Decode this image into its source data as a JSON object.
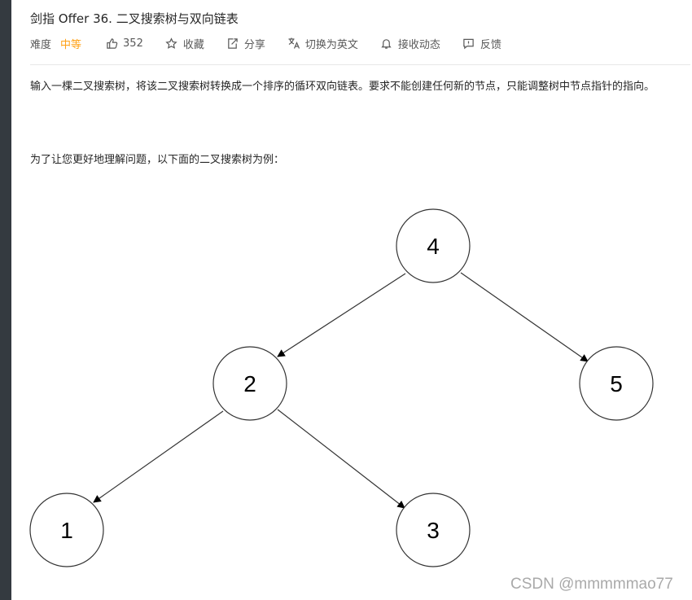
{
  "problem": {
    "title": "剑指 Offer 36. 二叉搜索树与双向链表",
    "difficulty_label": "难度",
    "difficulty_value": "中等",
    "likes": "352",
    "favorite_label": "收藏",
    "share_label": "分享",
    "translate_label": "切换为英文",
    "subscribe_label": "接收动态",
    "feedback_label": "反馈",
    "description": "输入一棵二叉搜索树，将该二叉搜索树转换成一个排序的循环双向链表。要求不能创建任何新的节点，只能调整树中节点指针的指向。",
    "example_intro": "为了让您更好地理解问题，以下面的二叉搜索树为例："
  },
  "tree": {
    "nodes": [
      "4",
      "2",
      "5",
      "1",
      "3"
    ],
    "edges": [
      [
        "4",
        "2"
      ],
      [
        "4",
        "5"
      ],
      [
        "2",
        "1"
      ],
      [
        "2",
        "3"
      ]
    ]
  },
  "watermark": "CSDN @mmmmmao77",
  "colors": {
    "accent": "#ffa116",
    "rail": "#343a40"
  }
}
